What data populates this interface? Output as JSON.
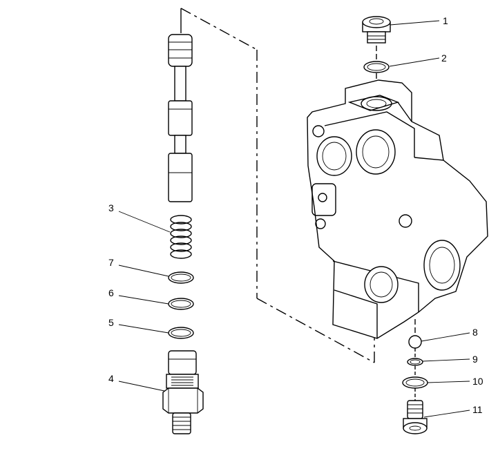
{
  "callouts": [
    {
      "label": "1"
    },
    {
      "label": "2"
    },
    {
      "label": "3"
    },
    {
      "label": "7"
    },
    {
      "label": "6"
    },
    {
      "label": "5"
    },
    {
      "label": "4"
    },
    {
      "label": "8"
    },
    {
      "label": "9"
    },
    {
      "label": "10"
    },
    {
      "label": "11"
    }
  ]
}
